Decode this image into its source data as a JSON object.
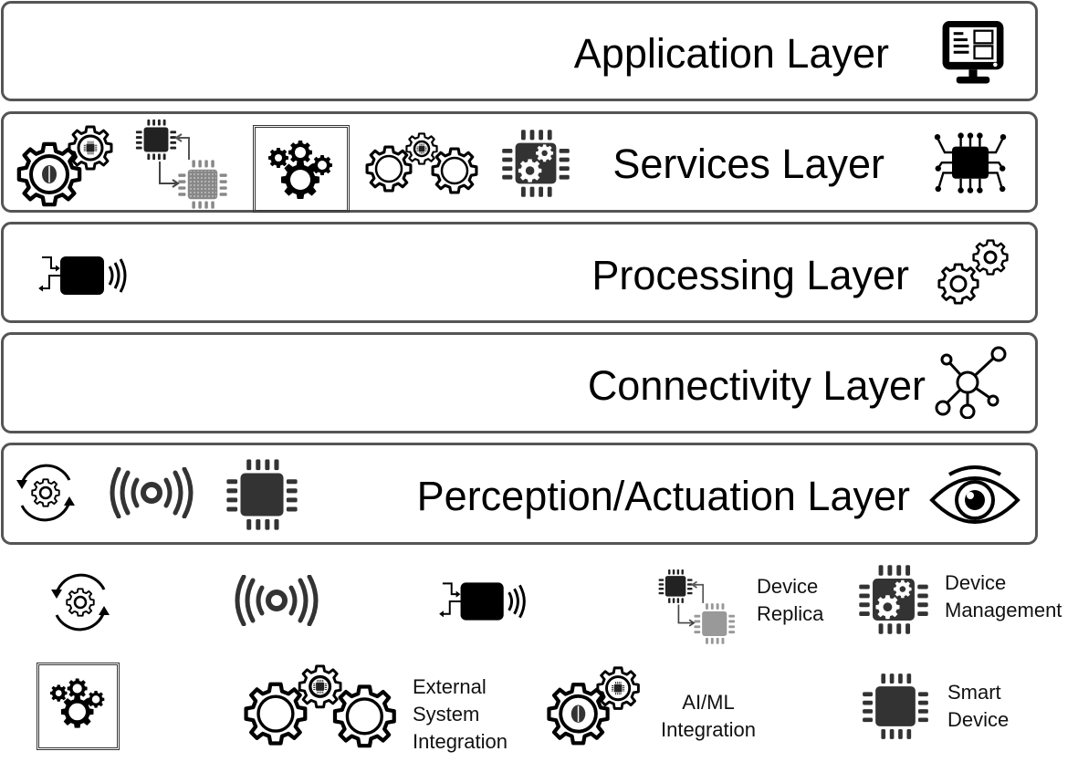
{
  "diagram": {
    "type": "layered-architecture",
    "colors": {
      "border": "#555555",
      "icon_dark": "#000000",
      "icon_gray": "#333333",
      "background": "#ffffff"
    },
    "layers": [
      {
        "title": "Application Layer",
        "layer_icon": "monitor-dashboard-icon",
        "component_icons": []
      },
      {
        "title": "Services Layer",
        "layer_icon": "circuit-chip-icon",
        "component_icons": [
          "ai-ml-integration-icon",
          "device-replica-icon",
          "framed-gears-icon",
          "external-system-integration-icon",
          "device-management-icon"
        ]
      },
      {
        "title": "Processing Layer",
        "layer_icon": "gears-outline-icon",
        "component_icons": [
          "io-wireless-module-icon"
        ]
      },
      {
        "title": "Connectivity Layer",
        "layer_icon": "network-hub-icon",
        "component_icons": []
      },
      {
        "title": "Perception/Actuation Layer",
        "layer_icon": "eye-icon",
        "component_icons": [
          "gear-cycle-icon",
          "sensor-signal-icon",
          "smart-device-chip-icon"
        ]
      }
    ]
  },
  "legend": {
    "items": [
      {
        "icon": "gear-cycle-icon",
        "label": ""
      },
      {
        "icon": "sensor-signal-icon",
        "label": ""
      },
      {
        "icon": "io-wireless-module-icon",
        "label": ""
      },
      {
        "icon": "device-replica-icon",
        "label_lines": [
          "Device",
          "Replica"
        ]
      },
      {
        "icon": "device-management-icon",
        "label_lines": [
          "Device",
          "Management"
        ]
      },
      {
        "icon": "framed-gears-icon",
        "label": ""
      },
      {
        "icon": "external-system-integration-icon",
        "label_lines": [
          "External",
          "System",
          "Integration"
        ]
      },
      {
        "icon": "ai-ml-integration-icon",
        "label_lines": [
          "AI/ML",
          "Integration"
        ]
      },
      {
        "icon": "smart-device-chip-icon",
        "label_lines": [
          "Smart",
          "Device"
        ]
      }
    ]
  }
}
